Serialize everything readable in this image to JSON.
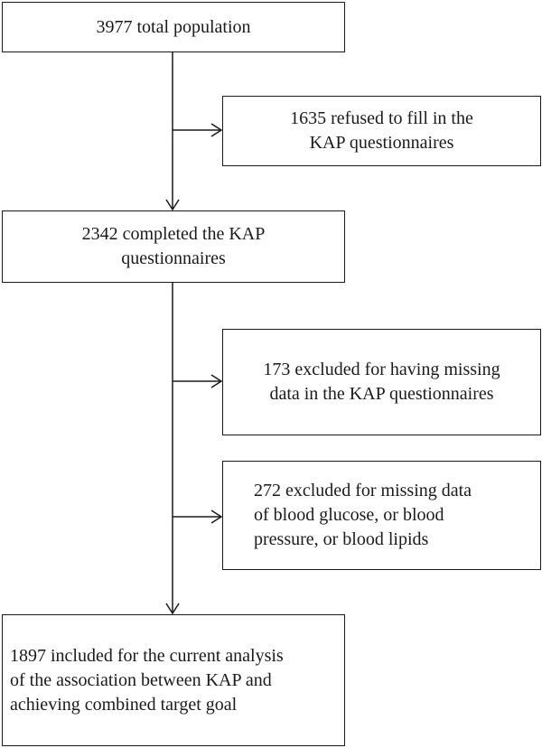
{
  "flowchart": {
    "total_population": {
      "lines": [
        "3977 total population"
      ]
    },
    "refused": {
      "lines": [
        "1635 refused to fill in the",
        "KAP questionnaires"
      ]
    },
    "completed": {
      "lines": [
        "2342 completed the KAP",
        "questionnaires"
      ]
    },
    "excluded_missing_kap": {
      "lines": [
        "173 excluded for having missing",
        "data in the KAP questionnaires"
      ]
    },
    "excluded_missing_clinical": {
      "lines": [
        "272 excluded for missing data",
        "of blood glucose, or blood",
        "pressure, or blood lipids"
      ]
    },
    "included": {
      "lines": [
        "1897 included for the current analysis",
        "of the association between KAP and",
        "achieving combined target goal"
      ]
    }
  }
}
